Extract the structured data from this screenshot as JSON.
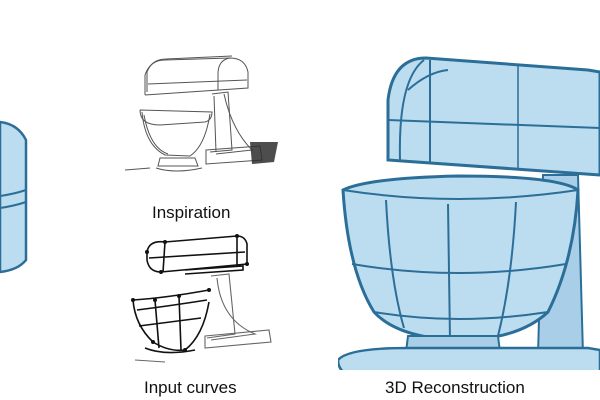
{
  "captions": {
    "inspiration": "Inspiration",
    "input_curves": "Input curves",
    "reconstruction": "3D Reconstruction"
  },
  "colors": {
    "surface_fill": "#bcdcf0",
    "surface_dark": "#8fbfdd",
    "edge": "#2b6f98",
    "sketch": "#555555",
    "curve": "#111111"
  }
}
